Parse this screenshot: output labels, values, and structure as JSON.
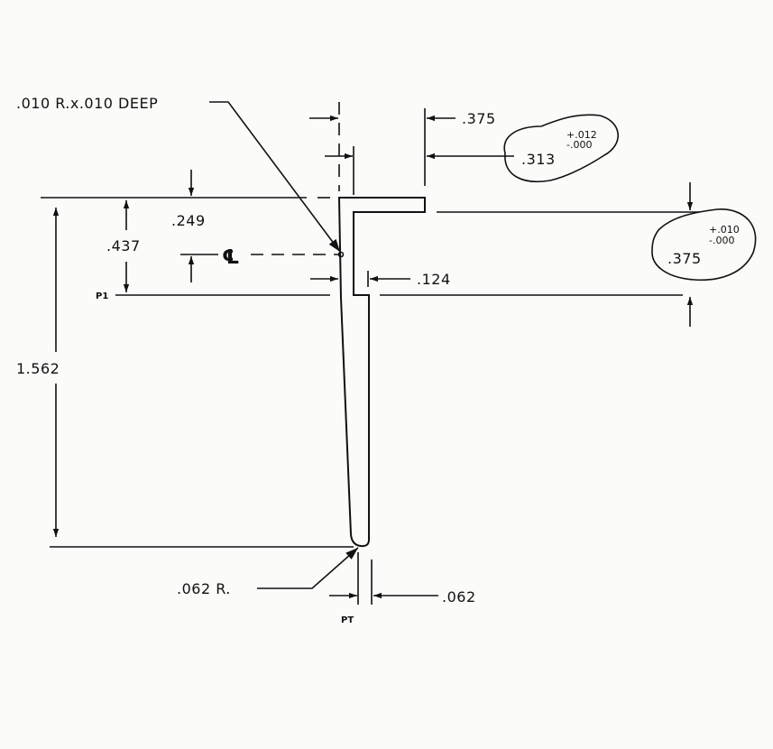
{
  "drawing": {
    "note_groove": ".010 R.x.010 DEEP",
    "centerline_symbol": "℄",
    "dim_top_width": ".375",
    "dim_slot": ".313",
    "dim_slot_tol_plus": "+.012",
    "dim_slot_tol_minus": "-.000",
    "dim_flange_thickness": ".375",
    "dim_flange_tol_plus": "+.010",
    "dim_flange_tol_minus": "-.000",
    "dim_centerline": ".249",
    "dim_p1_height": ".437",
    "dim_overall_height": "1.562",
    "dim_web": ".124",
    "dim_tip_radius": ".062 R.",
    "dim_tip_width": ".062",
    "label_p1": "P1",
    "label_pt": "PT"
  }
}
